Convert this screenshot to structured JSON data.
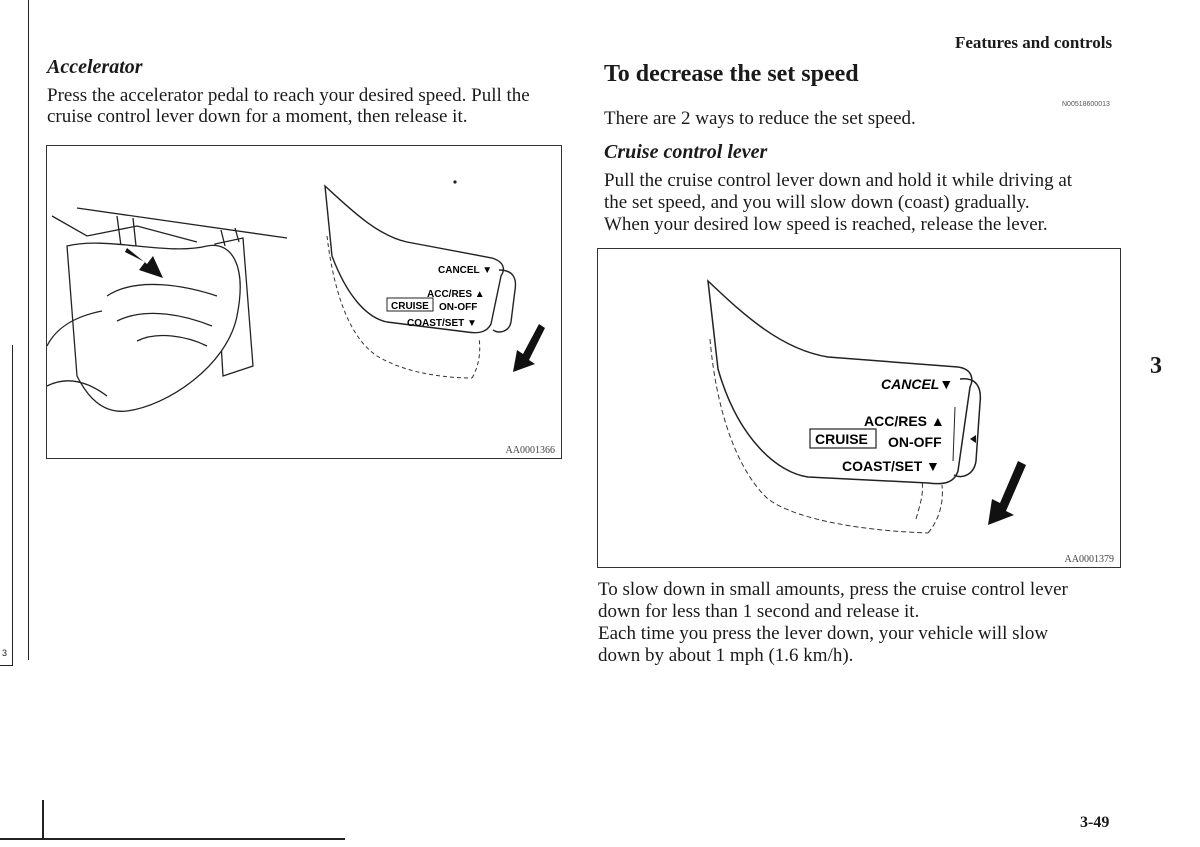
{
  "header": {
    "section_title": "Features and controls"
  },
  "left_column": {
    "heading": "Accelerator",
    "paragraph_line1": "Press the accelerator pedal to reach your desired speed. Pull the",
    "paragraph_line2": "cruise control lever down for a moment, then release it.",
    "figure": {
      "code": "AA0001366",
      "labels": {
        "cancel": "CANCEL ▼",
        "acc_res": "ACC/RES ▲",
        "cruise": "CRUISE",
        "on_off": "ON-OFF",
        "coast_set": "COAST/SET ▼"
      }
    }
  },
  "right_column": {
    "title": "To decrease the set speed",
    "ref_code": "N00518600013",
    "intro": "There are 2 ways to reduce the set speed.",
    "subheading": "Cruise control lever",
    "para1_line1": "Pull the cruise control lever down and hold it while driving at",
    "para1_line2": "the set speed, and you will slow down (coast) gradually.",
    "para1_line3": "When your desired low speed is reached, release the lever.",
    "figure": {
      "code": "AA0001379",
      "labels": {
        "cancel": "CANCEL▼",
        "acc_res": "ACC/RES ▲",
        "cruise": "CRUISE",
        "on_off": "ON-OFF",
        "coast_set": "COAST/SET ▼"
      }
    },
    "para2_line1": "To slow down in small amounts, press the cruise control lever",
    "para2_line2": "down for less than 1 second and release it.",
    "para2_line3": "Each time you press the lever down, your vehicle will slow",
    "para2_line4": "down by about 1 mph (1.6 km/h)."
  },
  "side_tab": {
    "chapter_number": "3",
    "left_page_number": "3"
  },
  "footer": {
    "page_number": "3-49"
  }
}
